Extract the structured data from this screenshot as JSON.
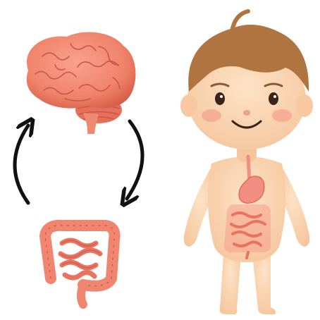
{
  "diagram": {
    "type": "gut-brain-axis illustration",
    "elements": [
      "brain-illustration",
      "intestines-illustration",
      "cycle-arrows",
      "child-illustration"
    ],
    "cycle": {
      "direction": "clockwise",
      "from": "brain-illustration",
      "via": "intestines-illustration"
    }
  },
  "colors": {
    "background": "#ffffff",
    "brain": "#f0826a",
    "brain_shadow": "#d9614c",
    "intestine": "#f08570",
    "intestine_shadow": "#c9564a",
    "arrow": "#111111",
    "skin": "#fbd3b0",
    "hair": "#b07440",
    "cheek": "#f6a18f",
    "stomach": "#f28d82"
  },
  "icons": [
    "brain-icon",
    "intestines-icon",
    "clockwise-arrow-icon",
    "child-icon"
  ]
}
